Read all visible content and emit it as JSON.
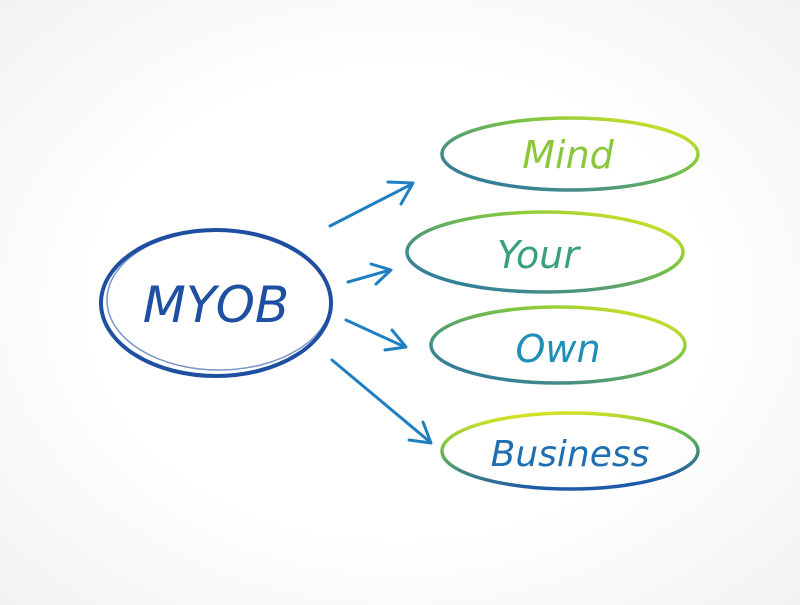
{
  "center": {
    "label": "MYOB",
    "color": "#1f4fa0"
  },
  "items": [
    {
      "label": "Mind",
      "color": "#8cc63f"
    },
    {
      "label": "Your",
      "color": "#3aa07a"
    },
    {
      "label": "Own",
      "color": "#1f8fb5"
    },
    {
      "label": "Business",
      "color": "#1f6fb0"
    }
  ],
  "colors": {
    "arrow": "#1f7fc0",
    "gradient_top": "#f2ec1a",
    "gradient_mid": "#6cc04a",
    "gradient_bottom": "#1f5aa8"
  }
}
